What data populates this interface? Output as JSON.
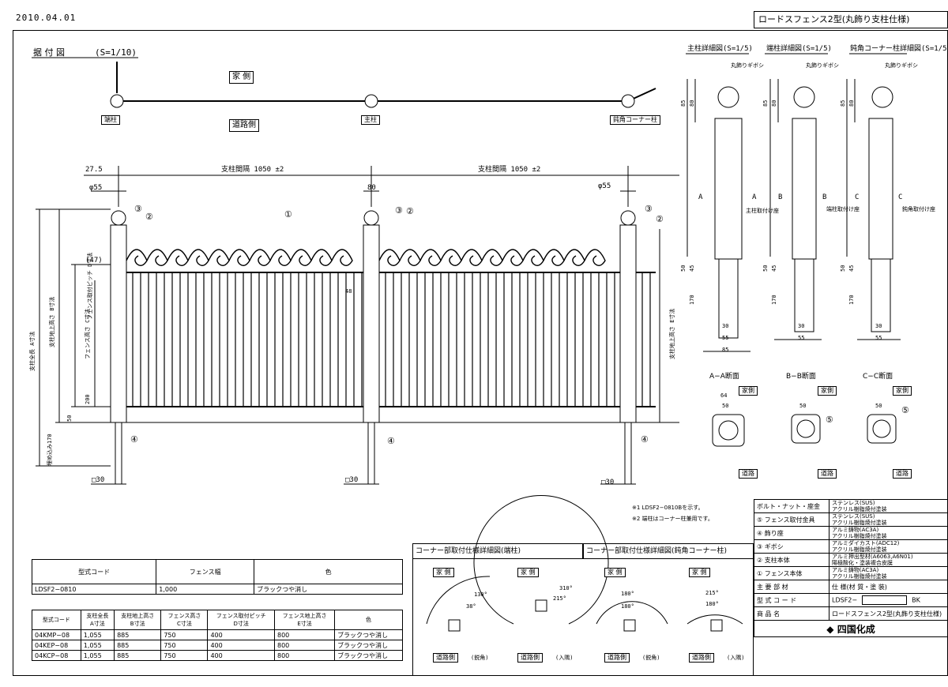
{
  "header": {
    "date": "2010.04.01",
    "title": "ロードスフェンス2型(丸飾り支柱仕様)"
  },
  "plan": {
    "title": "据 付 図",
    "scale": "(S=1/10)",
    "house_side": "家 側",
    "road_side": "道路側",
    "end_post": "端柱",
    "main_post": "主柱",
    "corner_post": "鈍角コーナー柱"
  },
  "elevation": {
    "pitch1": "支柱間隔 1050 ±2",
    "pitch2": "支柱間隔 1050 ±2",
    "d_left": "27.5",
    "phi_left": "φ55",
    "phi_right": "φ55",
    "d_mid": "80",
    "d47": "(47)",
    "d48": "48",
    "total_a": "支柱全長 A寸法",
    "post_b": "支柱地上高さ B寸法",
    "fence_c": "フェンス高さ C寸法",
    "pitch_d": "フェンス取付ピッチ D寸法",
    "post_e": "支柱地上高さ E寸法",
    "d200": "200",
    "d50": "50",
    "embed": "埋め込み170",
    "sq30": "□30",
    "c1": "①",
    "c2": "②",
    "c3": "③",
    "c4": "④"
  },
  "details": {
    "main_title": "主柱詳細図(S=1/5)",
    "end_title": "端柱詳細図(S=1/5)",
    "corner_title": "鈍角コーナー柱詳細図(S=1/5)",
    "giboshi": "丸飾りギボシ",
    "dims": {
      "d85": "85",
      "d80": "80",
      "d50": "50",
      "d45": "45",
      "d170": "170",
      "d30": "30",
      "d55": "55",
      "d64": "64"
    },
    "main_hole": "主柱取付け座",
    "end_hole": "端柱取付け座",
    "corner_hole": "鈍角取付け座",
    "cut_a": "A",
    "cut_b": "B",
    "cut_c": "C",
    "sec_a": "A−A断面",
    "sec_b": "B−B断面",
    "sec_c": "C−C断面",
    "house": "家側",
    "road": "道路",
    "c5": "⑤"
  },
  "notes": [
    "※1 LDSF2−0810Bを示す。",
    "※2 端柱はコーナー柱兼用です。"
  ],
  "materials": {
    "rows": [
      {
        "part": "ボルト・ナット・座金",
        "spec": "ステンレス(SUS)\nアクリル樹脂焼付塗装"
      },
      {
        "part": "⑤ フェンス取付金具",
        "spec": "ステンレス(SUS)\nアクリル樹脂焼付塗装"
      },
      {
        "part": "④ 飾り座",
        "spec": "アルミ鋳物(AC3A)\nアクリル樹脂焼付塗装"
      },
      {
        "part": "③ ギボシ",
        "spec": "アルミダイカスト(ADC12)\nアクリル樹脂焼付塗装"
      },
      {
        "part": "② 支柱本体",
        "spec": "アルミ押出型材(A6063,A6N01)\n陽極酸化・塗装複合皮膜"
      },
      {
        "part": "① フェンス本体",
        "spec": "アルミ鋳物(AC3A)\nアクリル樹脂焼付塗装"
      }
    ],
    "h_part": "主 要 部 材",
    "h_spec": "仕 様(材 質・塗 装)",
    "code_label": "型 式 コ ー ド",
    "code_value": "LDSF2−",
    "code_suffix": "BK",
    "name_label": "商 品 名",
    "name_value": "ロードスフェンス2型(丸飾り支柱仕様)",
    "logo": "四国化成"
  },
  "corner_section": {
    "title1": "コーナー部取付仕様詳細図(端柱)",
    "title2": "コーナー部取付仕様詳細図(鈍角コーナー柱)",
    "house": "家 側",
    "road": "道路側",
    "m1": "(鋭角)",
    "m2": "(入隅)",
    "m3": "(鋭角)",
    "m4": "(入隅)",
    "a130": "130°",
    "a38": "38°",
    "a310": "310°",
    "a215": "215°",
    "a180": "180°",
    "a180b": "180°",
    "a215b": "215°"
  },
  "table1": {
    "headers": [
      "型式コード",
      "フェンス幅",
      "色"
    ],
    "rows": [
      [
        "LDSF2−0810",
        "1,000",
        "ブラックつや消し"
      ]
    ]
  },
  "table2": {
    "headers": [
      "型式コード",
      "支柱全長\nA寸法",
      "支柱地上高さ\nB寸法",
      "フェンス高さ\nC寸法",
      "フェンス取付ピッチ\nD寸法",
      "フェンス地上高さ\nE寸法",
      "色"
    ],
    "rows": [
      [
        "04KMP−08",
        "1,055",
        "885",
        "750",
        "400",
        "800",
        "ブラックつや消し"
      ],
      [
        "04KEP−08",
        "1,055",
        "885",
        "750",
        "400",
        "800",
        "ブラックつや消し"
      ],
      [
        "04KCP−08",
        "1,055",
        "885",
        "750",
        "400",
        "800",
        "ブラックつや消し"
      ]
    ]
  }
}
